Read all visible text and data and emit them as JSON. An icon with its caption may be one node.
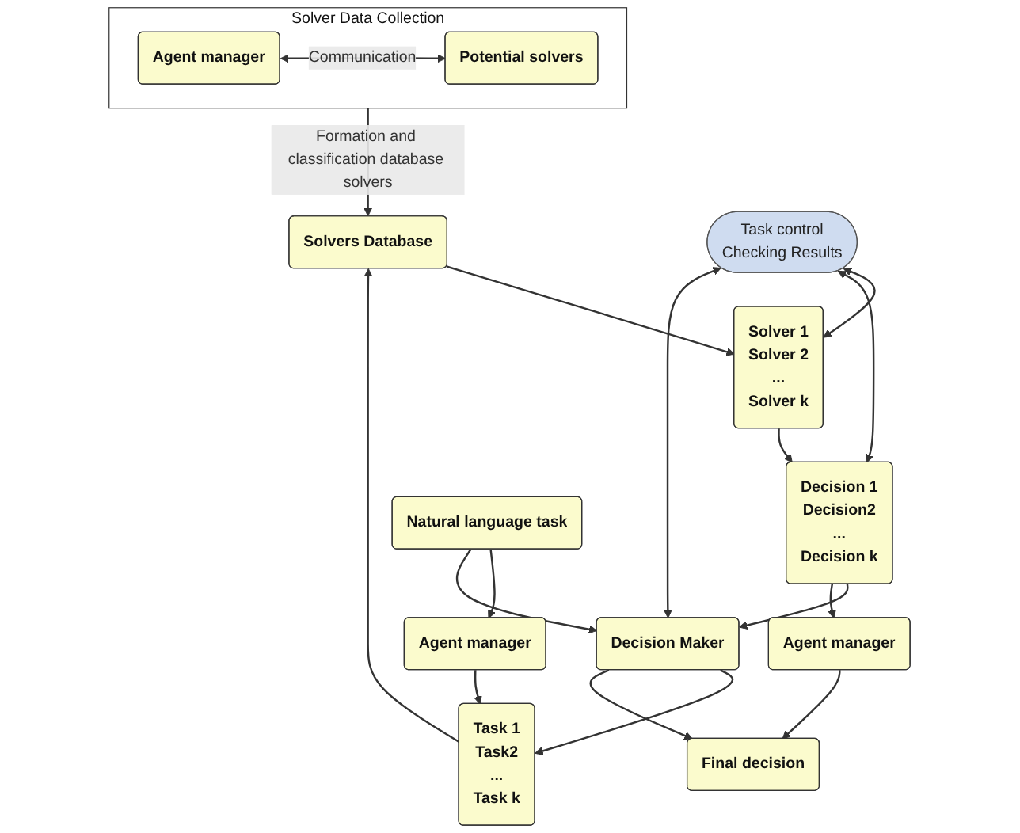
{
  "diagram": {
    "nodes": [
      {
        "text": [
          "Solver Data Collection"
        ]
      },
      {
        "text": [
          "Agent manager"
        ],
        "in": 0
      },
      {
        "text": [
          "Potential solvers"
        ],
        "in": 0
      },
      {
        "text": [
          "Solvers Database"
        ]
      },
      {
        "text": [
          "Solver 1",
          "Solver 2",
          "...",
          "Solver k"
        ]
      },
      {
        "text": [
          "Task control",
          "Checking Results"
        ]
      },
      {
        "text": [
          "Decision 1",
          "Decision2",
          "...",
          "Decision k"
        ]
      },
      {
        "text": [
          "Task 1",
          "Task2",
          "...",
          "Task k"
        ]
      },
      {
        "text": [
          "Decision Maker"
        ]
      },
      {
        "text": [
          "Agent manager"
        ]
      },
      {
        "text": [
          "Agent manager"
        ]
      },
      {
        "text": [
          "Natural language task"
        ]
      },
      {
        "text": [
          "Final decision"
        ]
      }
    ],
    "edges": [
      {
        "from": 1,
        "to": 2,
        "arrow": "both",
        "label": "Communication"
      },
      {
        "from": 0,
        "to": 3,
        "arrow": "to",
        "label": "Formation and classification database solvers"
      },
      {
        "from": 3,
        "to": 4,
        "arrow": "to"
      },
      {
        "from": 4,
        "to": 6,
        "arrow": "to"
      },
      {
        "from": 5,
        "to": 4,
        "arrow": "both"
      },
      {
        "from": 5,
        "to": 6,
        "arrow": "both"
      },
      {
        "from": 5,
        "to": 8,
        "arrow": "both"
      },
      {
        "from": 6,
        "to": 8,
        "arrow": "to"
      },
      {
        "from": 6,
        "to": 9,
        "arrow": "to"
      },
      {
        "from": 8,
        "to": 7,
        "arrow": "to"
      },
      {
        "from": 7,
        "to": 3,
        "arrow": "to"
      },
      {
        "from": 10,
        "to": 7,
        "arrow": "to"
      },
      {
        "from": 11,
        "to": 10,
        "arrow": "to"
      },
      {
        "from": 11,
        "to": 8,
        "arrow": "to"
      },
      {
        "from": 8,
        "to": 12,
        "arrow": "to"
      },
      {
        "from": 9,
        "to": 12,
        "arrow": "to"
      }
    ]
  }
}
